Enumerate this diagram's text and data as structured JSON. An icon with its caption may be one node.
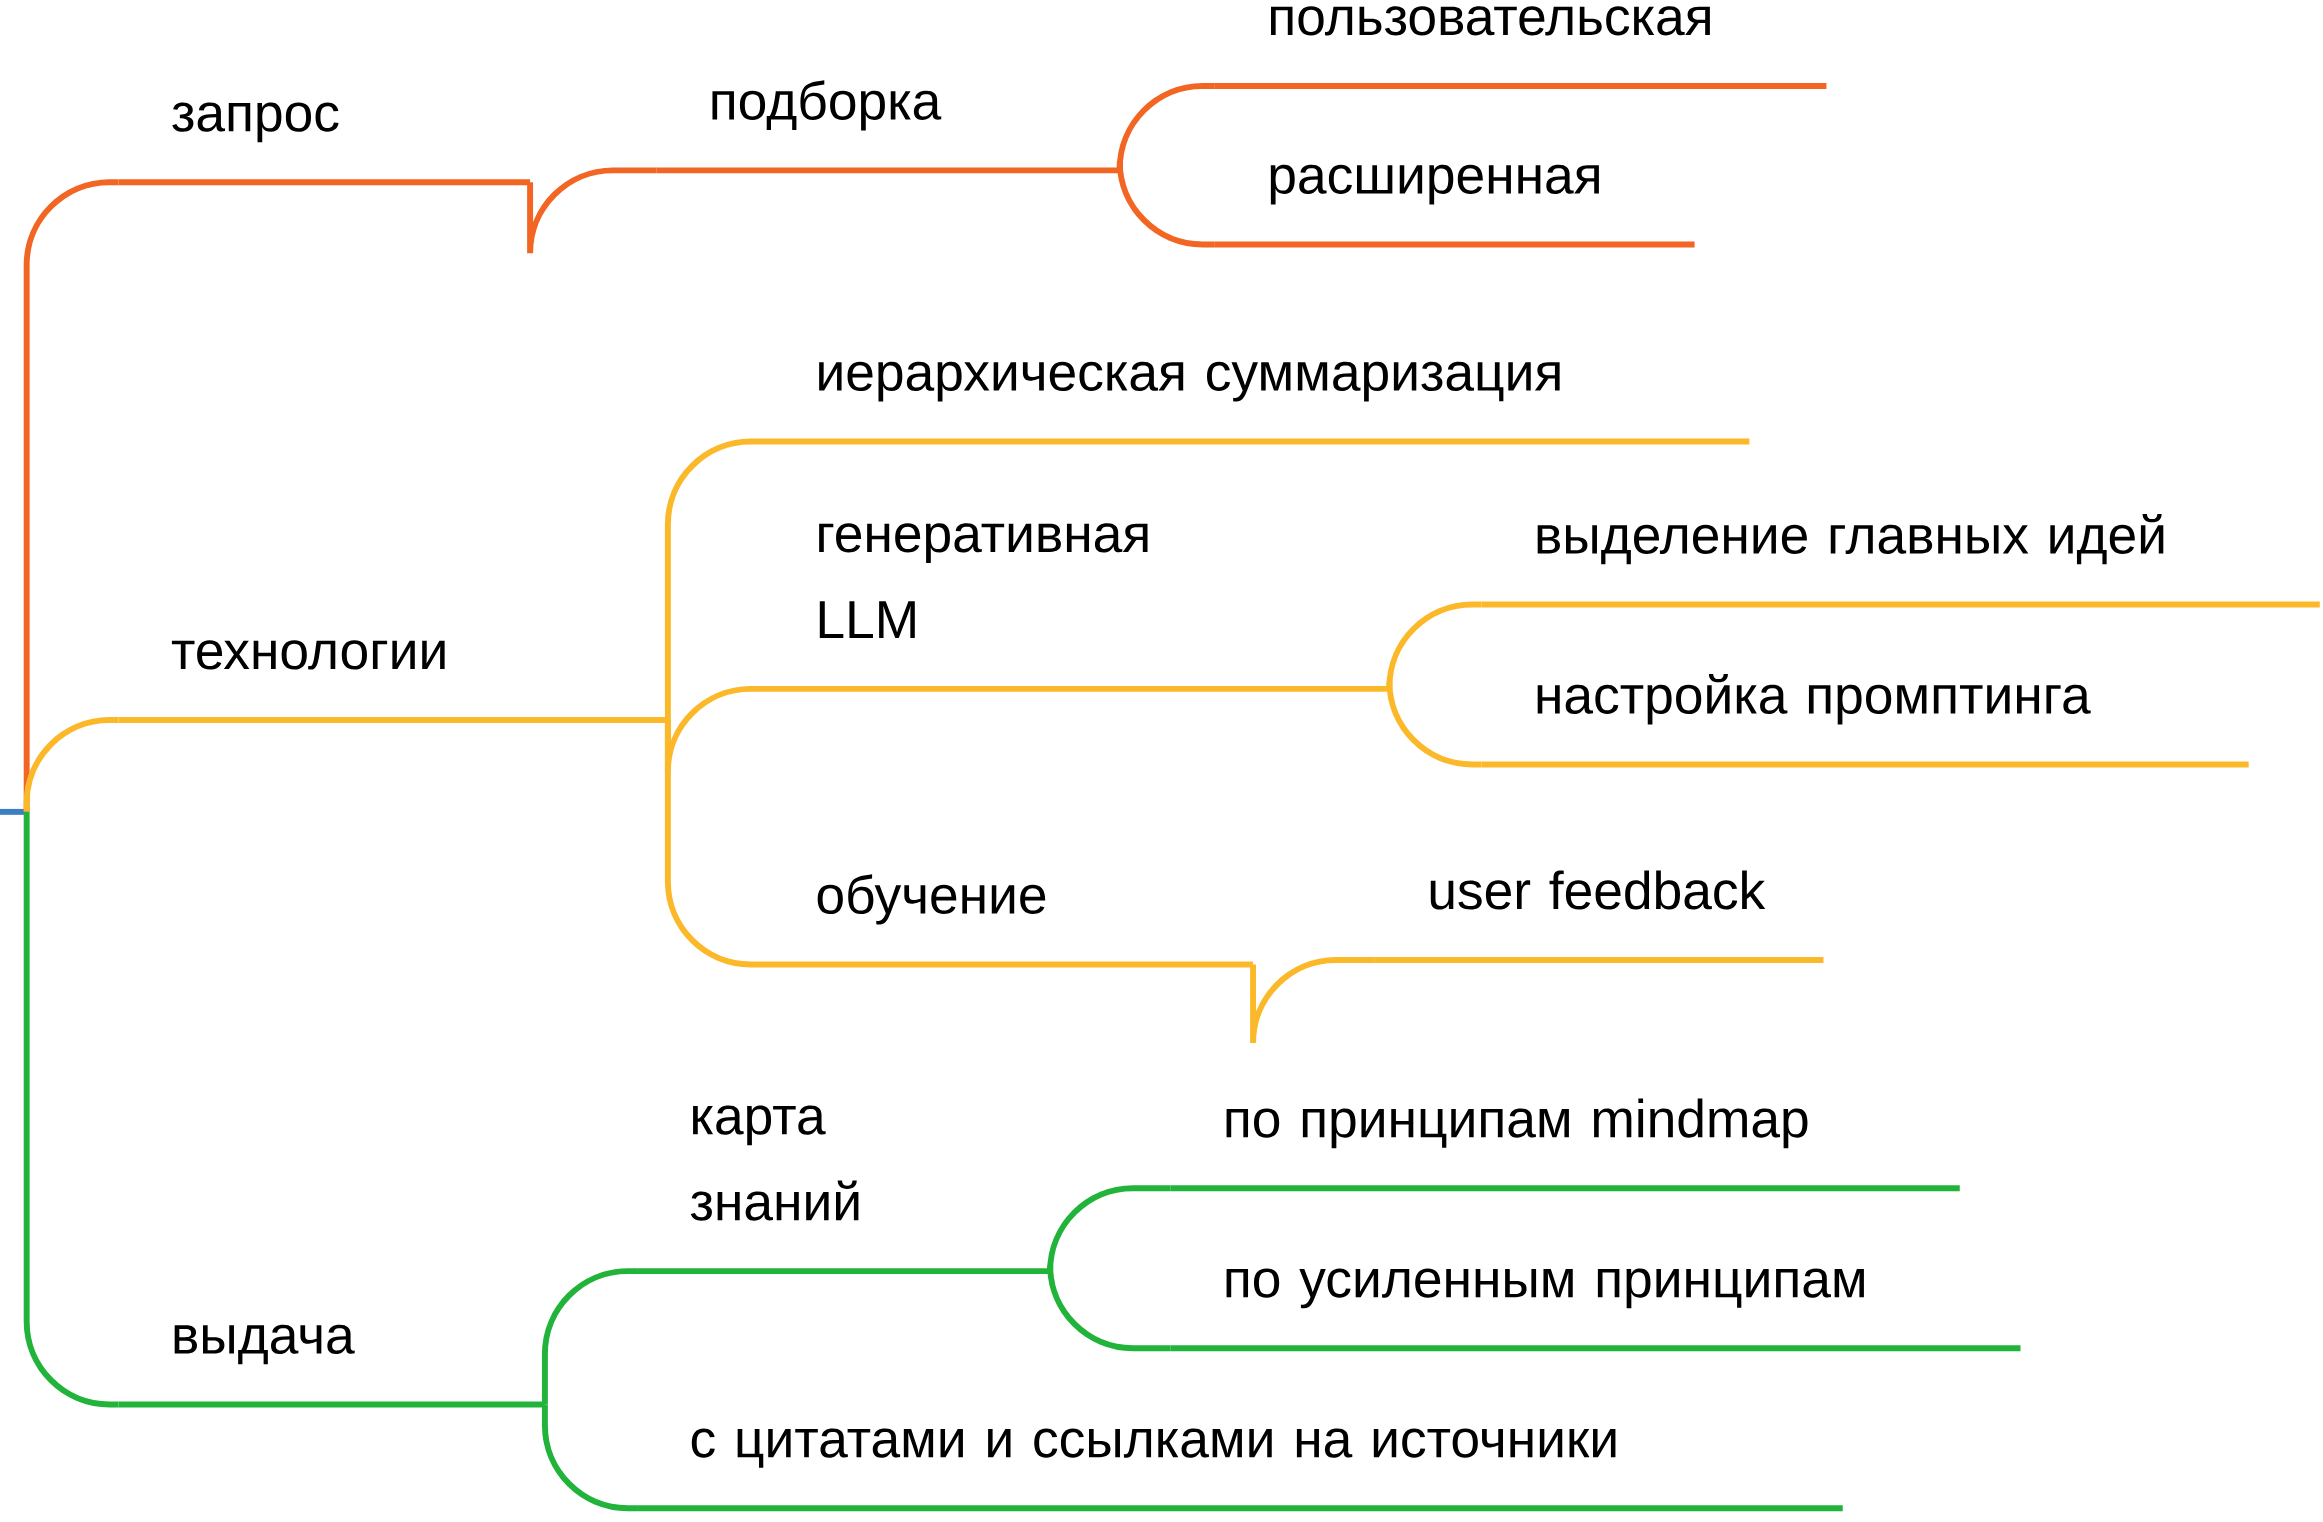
{
  "diagram": {
    "nodes": [
      {
        "text": [],
        "shape": "bar"
      },
      {
        "text": [
          "запрос"
        ]
      },
      {
        "text": [
          "подборка"
        ]
      },
      {
        "text": [
          "пользовательская"
        ]
      },
      {
        "text": [
          "расширенная"
        ]
      },
      {
        "text": [
          "технологии"
        ]
      },
      {
        "text": [
          "иерархическая суммаризация"
        ]
      },
      {
        "text": [
          "генеративная LLM"
        ]
      },
      {
        "text": [
          "выделение главных идей"
        ]
      },
      {
        "text": [
          "настройка промптинга"
        ]
      },
      {
        "text": [
          "обучение"
        ]
      },
      {
        "text": [
          "user feedback"
        ]
      },
      {
        "text": [
          "выдача"
        ]
      },
      {
        "text": [
          "карта знаний"
        ]
      },
      {
        "text": [
          "по принципам mindmap"
        ]
      },
      {
        "text": [
          "по усиленным принципам"
        ]
      },
      {
        "text": [
          "с цитатами и ссылками на источники"
        ]
      }
    ],
    "edges": [
      {
        "from": 0,
        "to": 1,
        "arrow": "none",
        "color": "#f26522"
      },
      {
        "from": 1,
        "to": 2,
        "arrow": "none",
        "color": "#f26522"
      },
      {
        "from": 2,
        "to": 3,
        "arrow": "none",
        "color": "#f26522"
      },
      {
        "from": 2,
        "to": 4,
        "arrow": "none",
        "color": "#f26522"
      },
      {
        "from": 0,
        "to": 5,
        "arrow": "none"
      },
      {
        "from": 5,
        "to": 6,
        "arrow": "none"
      },
      {
        "from": 5,
        "to": 7,
        "arrow": "none"
      },
      {
        "from": 7,
        "to": 8,
        "arrow": "none"
      },
      {
        "from": 7,
        "to": 9,
        "arrow": "none"
      },
      {
        "from": 5,
        "to": 10,
        "arrow": "none"
      },
      {
        "from": 10,
        "to": 11,
        "arrow": "none"
      },
      {
        "from": 0,
        "to": 12,
        "arrow": "none",
        "color": "#22b33a"
      },
      {
        "from": 12,
        "to": 13,
        "arrow": "none",
        "color": "#22b33a"
      },
      {
        "from": 13,
        "to": 14,
        "arrow": "none",
        "color": "#22b33a"
      },
      {
        "from": 13,
        "to": 15,
        "arrow": "none",
        "color": "#22b33a"
      },
      {
        "from": 12,
        "to": 16,
        "arrow": "none",
        "color": "#22b33a"
      }
    ]
  }
}
